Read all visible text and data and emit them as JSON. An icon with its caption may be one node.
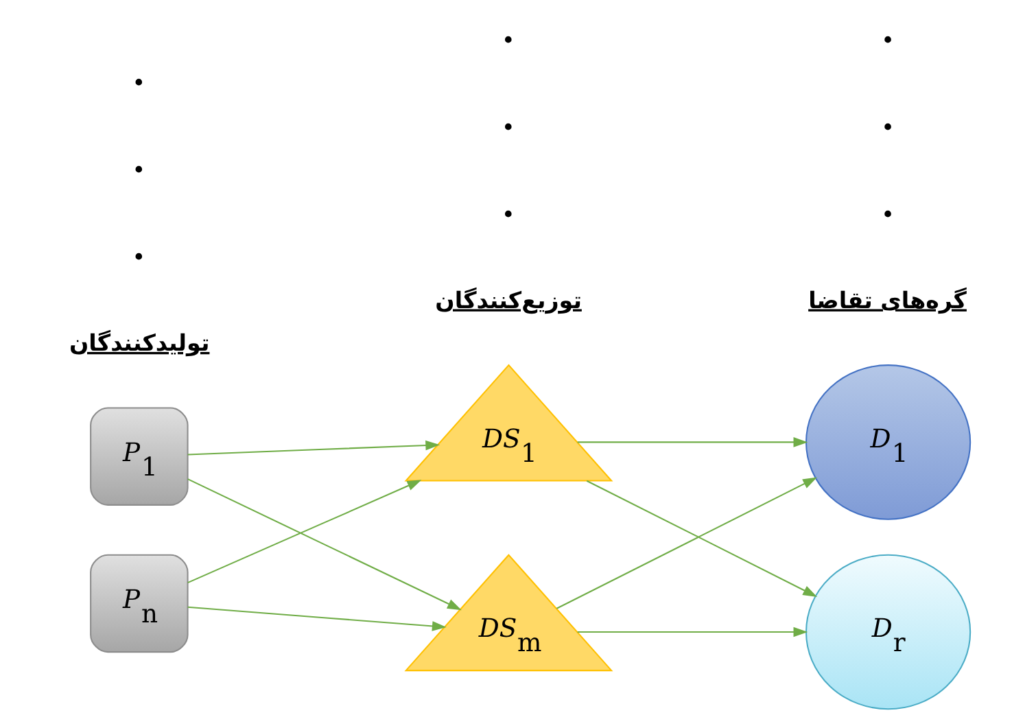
{
  "diagram": {
    "nodes": [
      {
        "text": [
          "P$_{1}$"
        ]
      },
      {
        "text": [
          "P$_{n}$"
        ]
      },
      {
        "text": [
          "DS$_{1}$"
        ]
      },
      {
        "text": [
          "DS$_{m}$"
        ]
      },
      {
        "text": [
          "D$_{1}$"
        ]
      },
      {
        "text": [
          "D$_{r}$"
        ]
      }
    ],
    "edges": [
      {
        "from": 0,
        "to": 2,
        "arrow": "to"
      },
      {
        "from": 0,
        "to": 3,
        "arrow": "to"
      },
      {
        "from": 1,
        "to": 2,
        "arrow": "to"
      },
      {
        "from": 1,
        "to": 3,
        "arrow": "to"
      },
      {
        "from": 2,
        "to": 4,
        "arrow": "to"
      },
      {
        "from": 2,
        "to": 5,
        "arrow": "to"
      },
      {
        "from": 3,
        "to": 4,
        "arrow": "to"
      },
      {
        "from": 3,
        "to": 5,
        "arrow": "to"
      }
    ],
    "labels": [
      "گره‌های تقاضا",
      "توزیع‌کنندگان",
      "تولیدکنندگان",
      "•",
      "•",
      "•",
      "•",
      "•",
      "•",
      "•",
      "•",
      "•"
    ]
  }
}
